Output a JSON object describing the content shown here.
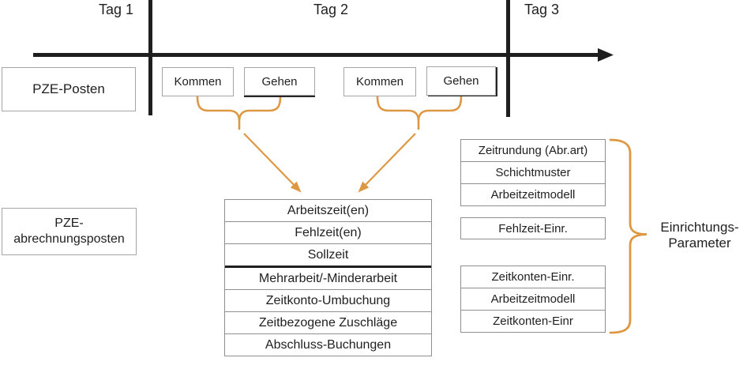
{
  "colors": {
    "accent_orange": "#DE9742",
    "line_black": "#1F1F1F",
    "box_border_gray": "#A6A6A6"
  },
  "timeline": {
    "day_labels": [
      {
        "label": "Tag 1"
      },
      {
        "label": "Tag 2"
      },
      {
        "label": "Tag 3"
      }
    ]
  },
  "row_labels": {
    "pze_posten": "PZE-Posten",
    "pze_abrechnungsposten": {
      "line1": "PZE-",
      "line2": "abrechnungsposten"
    }
  },
  "events": [
    {
      "label": "Kommen"
    },
    {
      "label": "Gehen"
    },
    {
      "label": "Kommen"
    },
    {
      "label": "Gehen"
    }
  ],
  "billing_stack": {
    "rows": [
      "Arbeitszeit(en)",
      "Fehlzeit(en)",
      "Sollzeit",
      "Mehrarbeit/-Minderarbeit",
      "Zeitkonto-Umbuchung",
      "Zeitbezogene Zuschläge",
      "Abschluss-Buchungen"
    ]
  },
  "setup_params": {
    "group_top": {
      "rows": [
        "Zeitrundung (Abr.art)",
        "Schichtmuster",
        "Arbeitzeitmodell"
      ]
    },
    "single_box": "Fehlzeit-Einr.",
    "group_bottom": {
      "rows": [
        "Zeitkonten-Einr.",
        "Arbeitzeitmodell",
        "Zeitkonten-Einr"
      ]
    },
    "brace_label": {
      "line1": "Einrichtungs-",
      "line2": "Parameter"
    }
  }
}
